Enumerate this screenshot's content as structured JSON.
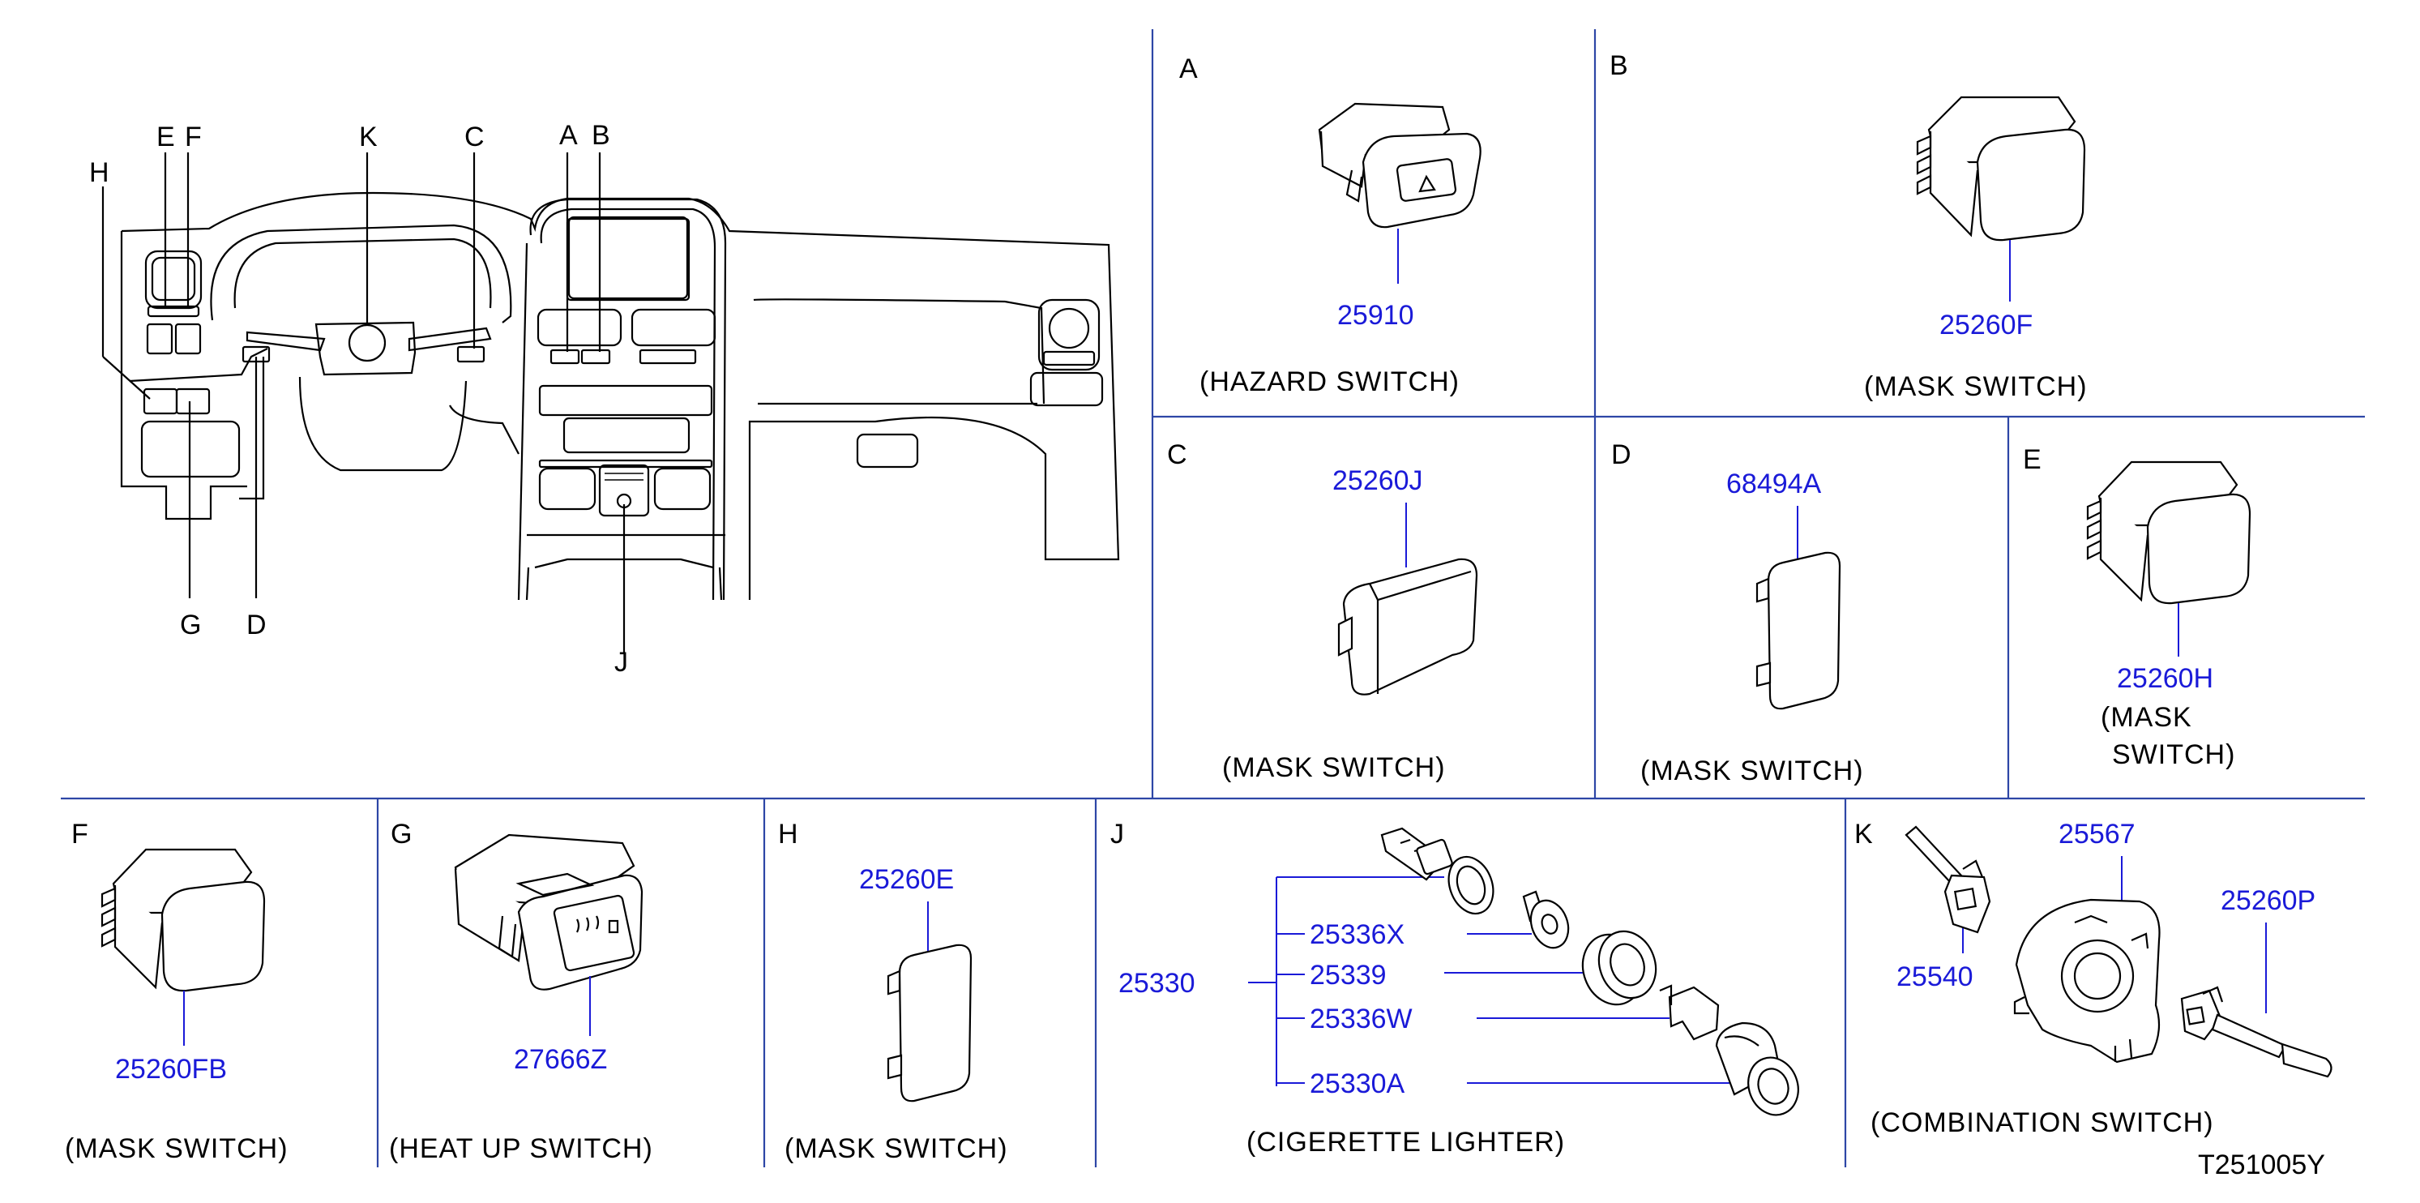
{
  "overview": {
    "labels": {
      "H": "H",
      "E": "E",
      "F": "F",
      "K": "K",
      "C": "C",
      "A": "A",
      "B": "B",
      "G": "G",
      "D": "D",
      "J": "J"
    }
  },
  "panels": {
    "A": {
      "letter": "A",
      "part": "25910",
      "caption": "(HAZARD   SWITCH)"
    },
    "B": {
      "letter": "B",
      "part": "25260F",
      "caption": "(MASK   SWITCH)"
    },
    "C": {
      "letter": "C",
      "part": "25260J",
      "caption": "(MASK   SWITCH)"
    },
    "D": {
      "letter": "D",
      "part": "68494A",
      "caption": "(MASK   SWITCH)"
    },
    "E": {
      "letter": "E",
      "part": "25260H",
      "caption_line1": "(MASK",
      "caption_line2": "SWITCH)"
    },
    "F": {
      "letter": "F",
      "part": "25260FB",
      "caption": "(MASK   SWITCH)"
    },
    "G": {
      "letter": "G",
      "part": "27666Z",
      "caption": "(HEAT   UP   SWITCH)"
    },
    "H": {
      "letter": "H",
      "part": "25260E",
      "caption": "(MASK   SWITCH)"
    },
    "J": {
      "letter": "J",
      "part_main": "25330",
      "parts": [
        "25336X",
        "25339",
        "25336W",
        "25330A"
      ],
      "caption": "(CIGERETTE   LIGHTER)"
    },
    "K": {
      "letter": "K",
      "parts": [
        "25567",
        "25540",
        "25260P"
      ],
      "caption": "(COMBINATION   SWITCH)"
    }
  },
  "diagram_code": "T251005Y",
  "colors": {
    "frame": "#2d46a6",
    "part_number": "#1a1ad8",
    "line": "#000000"
  }
}
